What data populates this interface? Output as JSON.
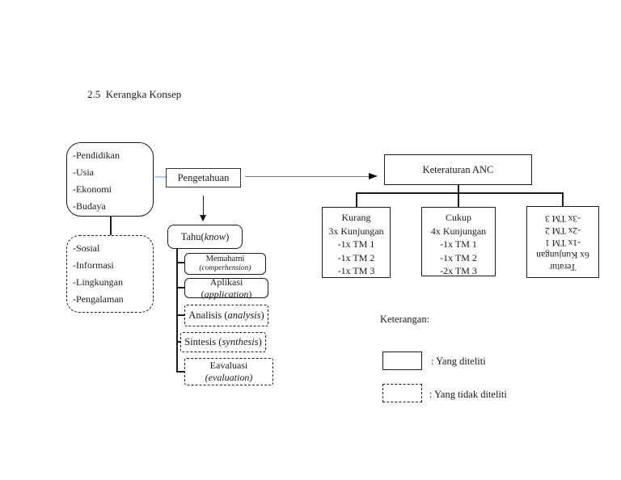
{
  "page": {
    "title": "2.5  Kerangka Konsep"
  },
  "diagram": {
    "internal_factors": {
      "lines": [
        "-Pendidikan",
        "-Usia",
        "-Ekonomi",
        "-Budaya"
      ]
    },
    "external_factors": {
      "lines": [
        "-Sosial",
        "-Informasi",
        "-Lingkungan",
        "-Pengalaman"
      ]
    },
    "pengetahuan_label": "Pengetahuan",
    "keteraturan_label": "Keteraturan ANC",
    "tahu": {
      "prefix": "Tahu(",
      "italic": "know",
      "suffix": ")"
    },
    "levels": {
      "memahami": {
        "line1": "Memahami",
        "line2": "(comperhension)"
      },
      "aplikasi": {
        "prefix": "Aplikasi (",
        "italic": "application",
        "suffix": ")"
      },
      "analisis": {
        "prefix": "Analisis (",
        "italic": "analysis",
        "suffix": ")"
      },
      "sintesis": {
        "prefix": "Sintesis (",
        "italic": "synthesis",
        "suffix": ")"
      },
      "evaluasi": {
        "line1": "Eavaluasi",
        "line2": "(evaluation)"
      }
    },
    "categories": {
      "kurang": {
        "lines": [
          "Kurang",
          "3x Kunjungan",
          "-1x TM 1",
          "-1x TM 2",
          "-1x TM 3"
        ]
      },
      "cukup": {
        "lines": [
          "Cukup",
          "4x Kunjungan",
          "-1x TM 1",
          "-1x TM 2",
          "-2x TM 3"
        ]
      },
      "teratur": {
        "lines": [
          "Teratur",
          "6x Kunjungan",
          "-1x TM 1",
          "-2x TM 2",
          "-3x TM 3"
        ],
        "text_rotation_deg": "180"
      }
    }
  },
  "legend": {
    "heading": "Keterangan:",
    "items": [
      {
        "swatch": "solid",
        "label": ": Yang diteliti"
      },
      {
        "swatch": "dashed",
        "label": ": Yang tidak diteliti"
      }
    ]
  },
  "colors": {
    "line": "#1c1c1c",
    "light_connector": "#b5cfe5",
    "arrow_shaft": "#7a7a7a",
    "background": "#ffffff"
  }
}
